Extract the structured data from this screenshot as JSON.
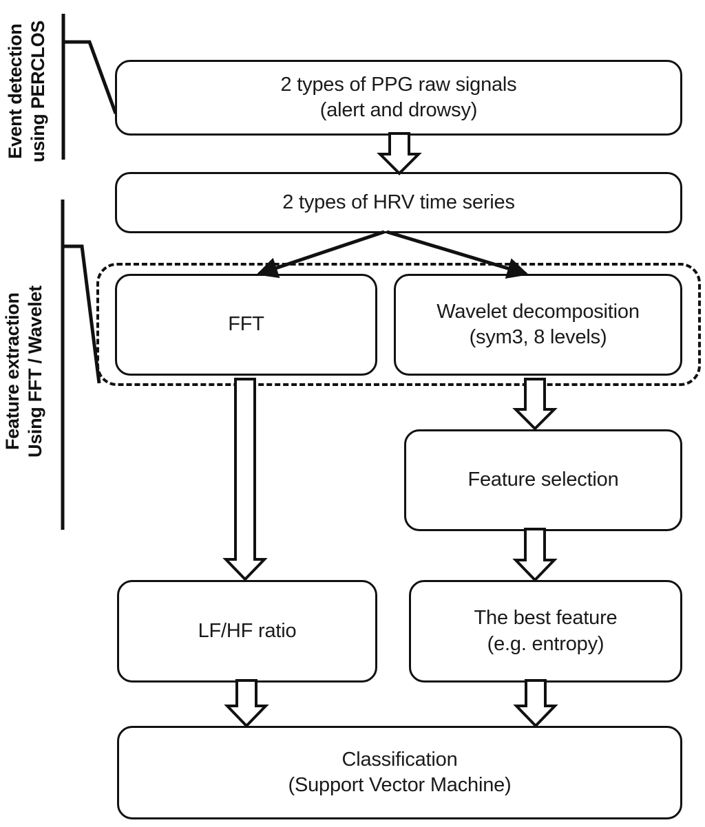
{
  "figure": {
    "type": "flowchart",
    "orientation": "top-to-bottom",
    "background_color": "#ffffff",
    "line_color": "#111111",
    "text_color": "#1a1a1a"
  },
  "stage_labels": [
    {
      "id": "stage-event-detection",
      "text": "Event detection\nusing PERCLOS"
    },
    {
      "id": "stage-feature-extraction",
      "text": "Feature extraction\nUsing FFT / Wavelet"
    }
  ],
  "nodes": [
    {
      "id": "ppg-raw-signals",
      "text": "2 types of PPG raw signals\n(alert and drowsy)"
    },
    {
      "id": "hrv-time-series",
      "text": "2 types of HRV time series"
    },
    {
      "id": "fft",
      "text": "FFT"
    },
    {
      "id": "wavelet-decomposition",
      "text": "Wavelet decomposition\n(sym3, 8 levels)"
    },
    {
      "id": "feature-selection",
      "text": "Feature selection"
    },
    {
      "id": "lf-hf-ratio",
      "text": "LF/HF ratio"
    },
    {
      "id": "best-feature",
      "text": "The best feature\n(e.g. entropy)"
    },
    {
      "id": "classification",
      "text": "Classification\n(Support Vector Machine)"
    }
  ],
  "groups": [
    {
      "id": "feature-extraction-group",
      "style": "dashed",
      "members": [
        "fft",
        "wavelet-decomposition"
      ]
    }
  ],
  "edges": [
    {
      "id": "edge-ppg-to-hrv",
      "from": "ppg-raw-signals",
      "to": "hrv-time-series",
      "style": "block-arrow"
    },
    {
      "id": "edge-hrv-to-fft",
      "from": "hrv-time-series",
      "to": "fft",
      "style": "line-arrow"
    },
    {
      "id": "edge-hrv-to-wavelet",
      "from": "hrv-time-series",
      "to": "wavelet-decomposition",
      "style": "line-arrow"
    },
    {
      "id": "edge-fft-to-lfhf",
      "from": "fft",
      "to": "lf-hf-ratio",
      "style": "block-arrow"
    },
    {
      "id": "edge-wavelet-to-feature-selection",
      "from": "wavelet-decomposition",
      "to": "feature-selection",
      "style": "block-arrow"
    },
    {
      "id": "edge-feature-selection-to-best",
      "from": "feature-selection",
      "to": "best-feature",
      "style": "block-arrow"
    },
    {
      "id": "edge-lfhf-to-classification",
      "from": "lf-hf-ratio",
      "to": "classification",
      "style": "block-arrow"
    },
    {
      "id": "edge-best-to-classification",
      "from": "best-feature",
      "to": "classification",
      "style": "block-arrow"
    }
  ]
}
